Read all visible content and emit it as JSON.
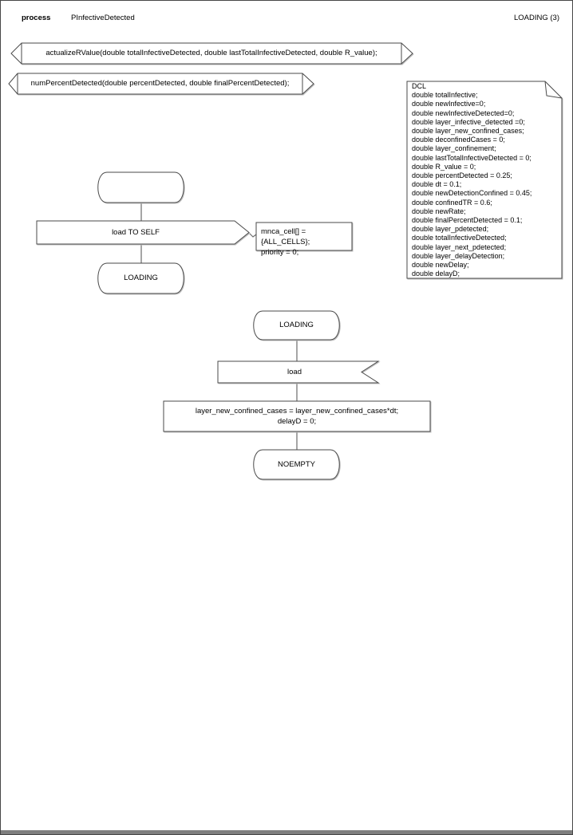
{
  "header": {
    "kind_label": "process",
    "process_name": "PInfectiveDetected",
    "page_state_indicator": "LOADING (3)"
  },
  "procedures": [
    {
      "signature": "actualizeRValue(double totalInfectiveDetected, double lastTotalInfectiveDetected, double R_value);"
    },
    {
      "signature": "numPercentDetected(double percentDetected, double finalPercentDetected);"
    }
  ],
  "declarations": {
    "lines": [
      "DCL",
      "double totalInfective;",
      "double newInfective=0;",
      "double newInfectiveDetected=0;",
      "double layer_infective_detected =0;",
      "double layer_new_confined_cases;",
      "double deconfinedCases = 0;",
      "double layer_confinement;",
      "double lastTotalInfectiveDetected = 0;",
      "double R_value = 0;",
      "double percentDetected = 0.25;",
      "double dt = 0.1;",
      "double newDetectionConfined = 0.45;",
      "double confinedTR = 0.6;",
      "double newRate;",
      "double finalPercentDetected = 0.1;",
      "double layer_pdetected;",
      "double totalInfectiveDetected;",
      "double layer_next_pdetected;",
      "double layer_delayDetection;",
      "double newDelay;",
      "double delayD;"
    ]
  },
  "flow_start": {
    "start_state_label": "",
    "output_label": "load TO SELF",
    "output_comment": "mnca_cell[] = {ALL_CELLS};\npriority = 0;",
    "next_state_label": "LOADING"
  },
  "flow_loading": {
    "state_label": "LOADING",
    "input_label": "load",
    "task_text": "layer_new_confined_cases = layer_new_confined_cases*dt;\ndelayD = 0;",
    "next_state_label": "NOEMPTY"
  },
  "colors": {
    "background": "#ffffff",
    "shape_border": "#4a4a4a",
    "connector": "#6b6b6b",
    "text": "#000000",
    "bottom_edge": "#7f7f7f"
  }
}
